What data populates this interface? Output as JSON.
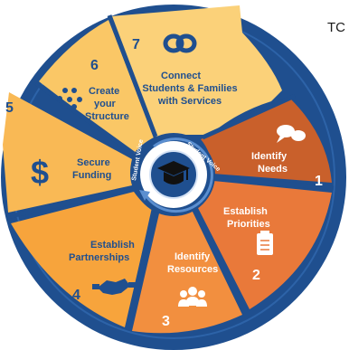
{
  "corner_text": "TC",
  "hub": {
    "ring_text_top": "Student Voice",
    "ring_text_left": "Student Voice"
  },
  "segments": [
    {
      "number": "1",
      "label_lines": [
        "Identify",
        "Needs"
      ],
      "color": "#c9602b",
      "icon": "speech-bubbles-icon"
    },
    {
      "number": "2",
      "label_lines": [
        "Establish",
        "Priorities"
      ],
      "color": "#e9793a",
      "icon": "clipboard-icon"
    },
    {
      "number": "3",
      "label_lines": [
        "Identify",
        "Resources"
      ],
      "color": "#f28f3f",
      "icon": "people-icon"
    },
    {
      "number": "4",
      "label_lines": [
        "Establish",
        "Partnerships"
      ],
      "color": "#f7a43c",
      "icon": "handshake-icon"
    },
    {
      "number": "5",
      "label_lines": [
        "Secure",
        "Funding"
      ],
      "color": "#f9b955",
      "icon": "dollar-sign-icon"
    },
    {
      "number": "6",
      "label_lines": [
        "Create",
        "your",
        "Structure"
      ],
      "color": "#fac766",
      "icon": "network-dots-icon"
    },
    {
      "number": "7",
      "label_lines": [
        "Connect",
        "Students & Families",
        "with Services"
      ],
      "color": "#fbd179",
      "icon": "link-icon"
    }
  ],
  "colors": {
    "ring": "#1f4f8f",
    "ring_dark": "#163d70",
    "text_blue": "#1f4f8f",
    "hub_fill": "#ffffff"
  }
}
